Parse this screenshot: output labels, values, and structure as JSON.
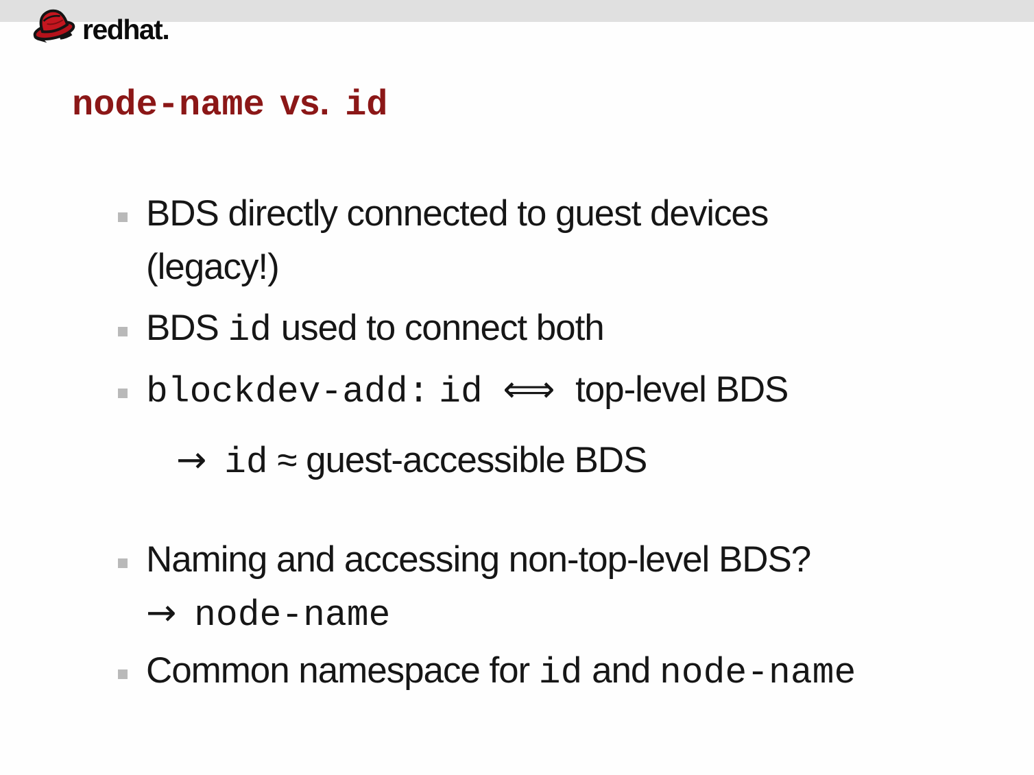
{
  "header": {
    "bar_color": "#e0e0e0",
    "logo_brand_bold": "red",
    "logo_brand_light": "hat."
  },
  "title": {
    "code_left": "node-name",
    "vs": "vs.",
    "code_right": "id",
    "color": "#8b1717"
  },
  "bullets": {
    "b1_line1": "BDS directly connected to guest devices",
    "b1_line2": "(legacy!)",
    "b2_pre": "BDS",
    "b2_code": "id",
    "b2_post": "used to connect both",
    "b3_code1": "blockdev-add:",
    "b3_code2": "id",
    "b3_arrow": "⟺",
    "b3_post": "top-level BDS",
    "b3s_arrow": "→",
    "b3s_code": "id",
    "b3s_post": "≈ guest-accessible BDS",
    "b4_line1": "Naming and accessing non-top-level BDS?",
    "b4s_arrow": "→",
    "b4s_code": "node-name",
    "b5_pre": "Common namespace for",
    "b5_code1": "id",
    "b5_mid": "and",
    "b5_code2": "node-name"
  }
}
